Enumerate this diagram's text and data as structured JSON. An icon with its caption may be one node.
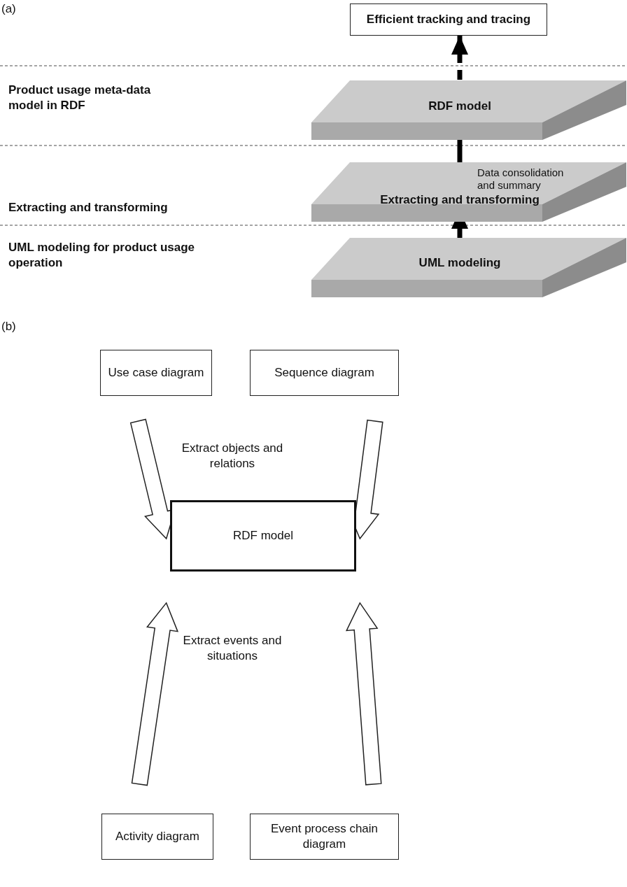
{
  "diagram": {
    "nodes": [
      {
        "text": [
          "Efficient tracking and tracing"
        ]
      },
      {
        "text": [
          "RDF model"
        ]
      },
      {
        "text": [
          "Extracting and transforming"
        ]
      },
      {
        "text": [
          "UML modeling"
        ]
      },
      {
        "text": [
          "Use case diagram"
        ]
      },
      {
        "text": [
          "Sequence diagram"
        ]
      },
      {
        "text": [
          "RDF model"
        ]
      },
      {
        "text": [
          "Activity diagram"
        ]
      },
      {
        "text": [
          "Event process chain diagram"
        ]
      }
    ],
    "edges": [
      {
        "from": 1,
        "to": 0,
        "arrow": "to",
        "style": "dashed"
      },
      {
        "from": 2,
        "to": 1,
        "arrow": "to"
      },
      {
        "from": 3,
        "to": 2,
        "arrow": "to",
        "label": "Data consolidation and summary"
      },
      {
        "from": 4,
        "to": 6,
        "arrow": "to"
      },
      {
        "from": 5,
        "to": 6,
        "arrow": "to"
      },
      {
        "from": 7,
        "to": 6,
        "arrow": "to"
      },
      {
        "from": 8,
        "to": 6,
        "arrow": "to"
      }
    ],
    "labels": [
      "(a)",
      "Product usage meta-data model in RDF",
      "Extracting and transforming",
      "UML modeling for product usage operation",
      "(b)",
      "Extract objects and relations",
      "Extract events and situations"
    ]
  }
}
